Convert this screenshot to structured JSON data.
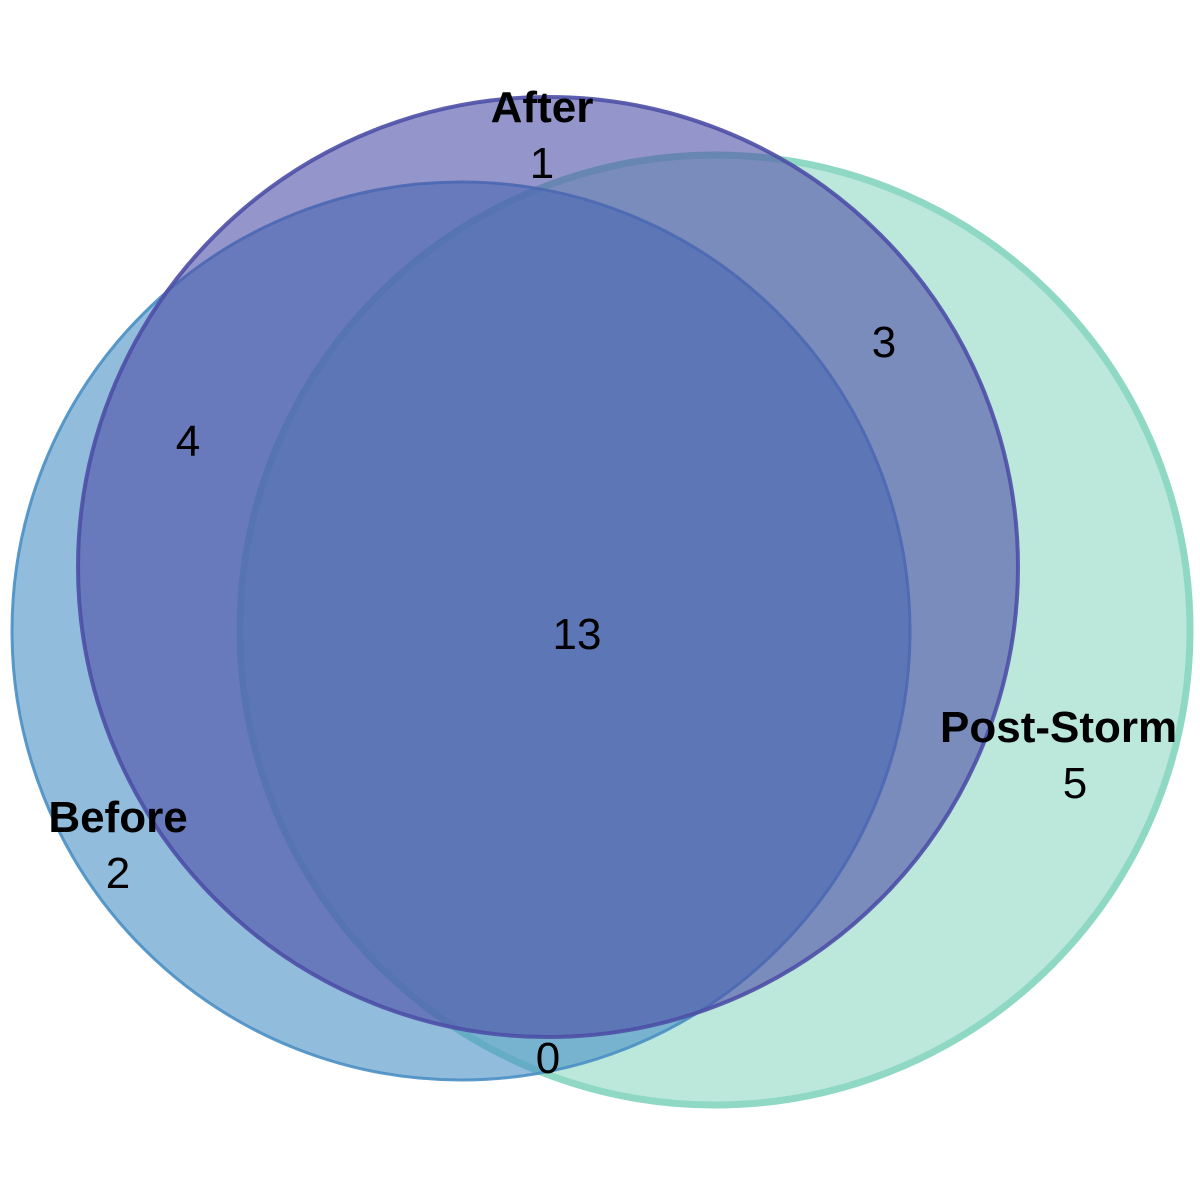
{
  "diagram": {
    "type": "venn",
    "sets": [
      {
        "name": "After",
        "color": "#4D4FA6",
        "fill_opacity": 0.6
      },
      {
        "name": "Before",
        "color": "#4A8FC4",
        "fill_opacity": 0.6
      },
      {
        "name": "Post-Storm",
        "color": "#8FD9C4",
        "fill_opacity": 0.6
      }
    ],
    "regions": {
      "after_only": "1",
      "before_only": "2",
      "post_storm_only": "5",
      "after_before": "4",
      "after_post_storm": "3",
      "before_post_storm": "0",
      "all_three": "13"
    }
  }
}
